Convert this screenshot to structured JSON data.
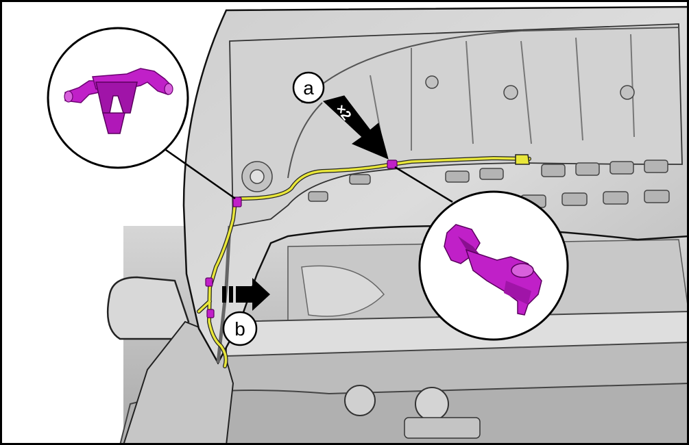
{
  "callouts": {
    "a": "a",
    "b": "b"
  },
  "quantity_marker": "×2",
  "colors": {
    "hose": "#e8e63a",
    "clip": "#c020c8",
    "clip_dark": "#8a0f90",
    "body_light": "#e6e6e6",
    "body_mid": "#bdbdbd",
    "body_dark": "#7a7a7a",
    "outline": "#000000",
    "arrow": "#000000"
  },
  "icons": {
    "connector_detail": "t-connector-icon",
    "clip_detail": "hose-clip-icon",
    "direction_arrow": "pull-arrow-icon"
  }
}
